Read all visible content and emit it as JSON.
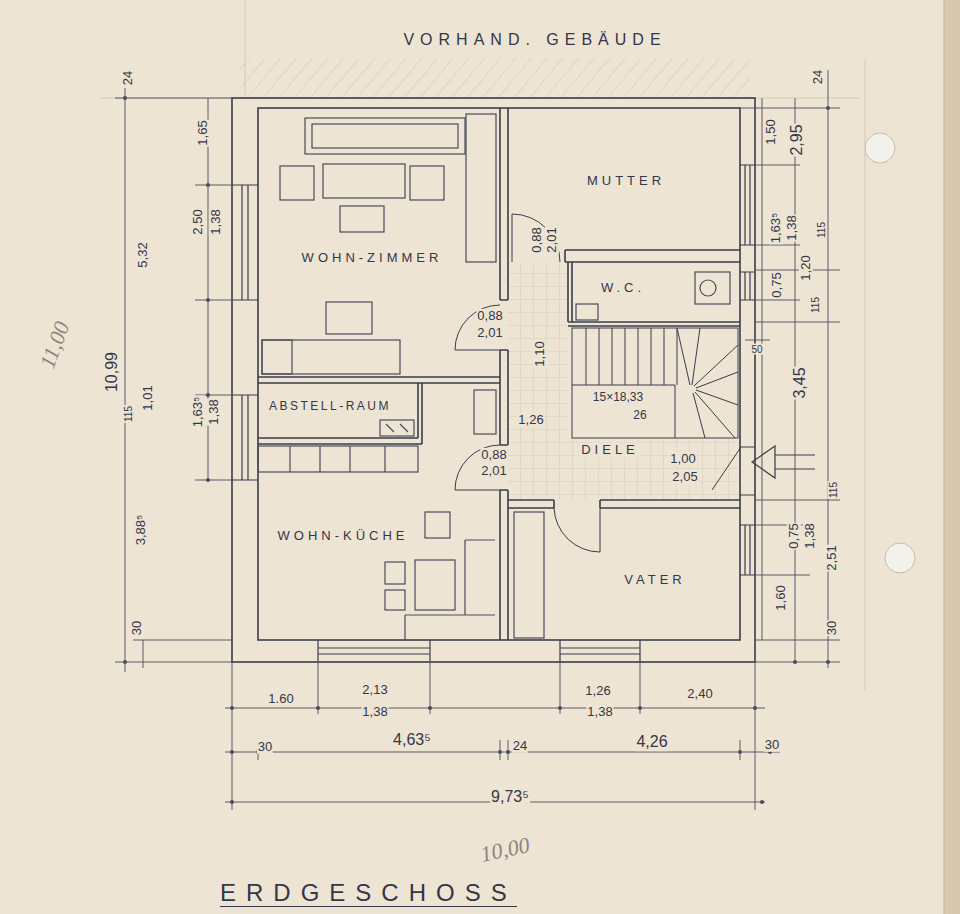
{
  "diagram": {
    "title": "ERDGESCHOSS",
    "nodes": [
      {
        "text": [
          "VORHAND. GEBÄUDE"
        ]
      },
      {
        "text": [
          "WOHN-ZIMMER"
        ]
      },
      {
        "text": [
          "MUTTER"
        ]
      },
      {
        "text": [
          "W.C."
        ]
      },
      {
        "text": [
          "DIELE"
        ]
      },
      {
        "text": [
          "15×18,33",
          "26"
        ],
        "in": 4
      },
      {
        "text": [
          "ABSTELL-RAUM"
        ]
      },
      {
        "text": [
          "WOHN-KÜCHE"
        ]
      },
      {
        "text": [
          "VATER"
        ]
      }
    ],
    "labels": [
      "24",
      "1,65",
      "5,32",
      "2,50",
      "1,38",
      "11,00",
      "10,99",
      "115",
      "1,01",
      "1,63⁵",
      "1,38",
      "3,88⁵",
      "30",
      "24",
      "1,50",
      "2,95",
      "1,63⁵",
      "1,38",
      "115",
      "1,20",
      "0,75",
      "115",
      "50",
      "3,45",
      "115",
      "0,75",
      "1,38",
      "2,51",
      "1,60",
      "30",
      "0,88",
      "2,01",
      "0,88",
      "2,01",
      "1,10",
      "1,26",
      "0,88",
      "2,01",
      "1,00",
      "2,05",
      "1.60",
      "2,13",
      "1,38",
      "1,26",
      "1,38",
      "2,40",
      "30",
      "4,63⁵",
      "24",
      "4,26",
      "30",
      "9,73⁵",
      "10,00"
    ]
  }
}
